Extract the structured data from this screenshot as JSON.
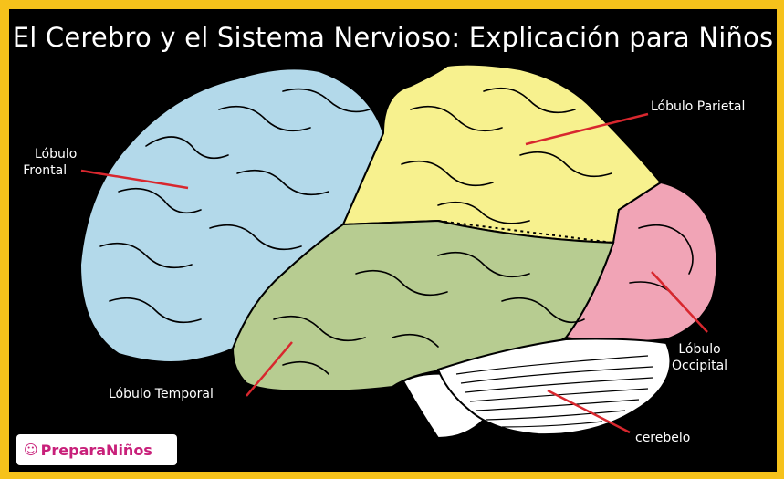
{
  "title": "El Cerebro y el Sistema Nervioso: Explicación para Niños",
  "labels": {
    "frontal_line1": "Lóbulo",
    "frontal_line2": "Frontal",
    "parietal": "Lóbulo Parietal",
    "temporal": "Lóbulo Temporal",
    "occipital_line1": "Lóbulo",
    "occipital_line2": "Occipital",
    "cerebelo": "cerebelo"
  },
  "logo": {
    "text": "PreparaNiños",
    "icon": "smiley-icon"
  },
  "colors": {
    "frame": "#f6c21b",
    "background": "#000000",
    "frontal": "#b3d9ea",
    "parietal": "#f7f18e",
    "temporal": "#b7cc91",
    "occipital": "#f1a4b6",
    "cerebelo": "#ffffff",
    "pointer": "#d8272e",
    "logo_text": "#c8207a"
  }
}
